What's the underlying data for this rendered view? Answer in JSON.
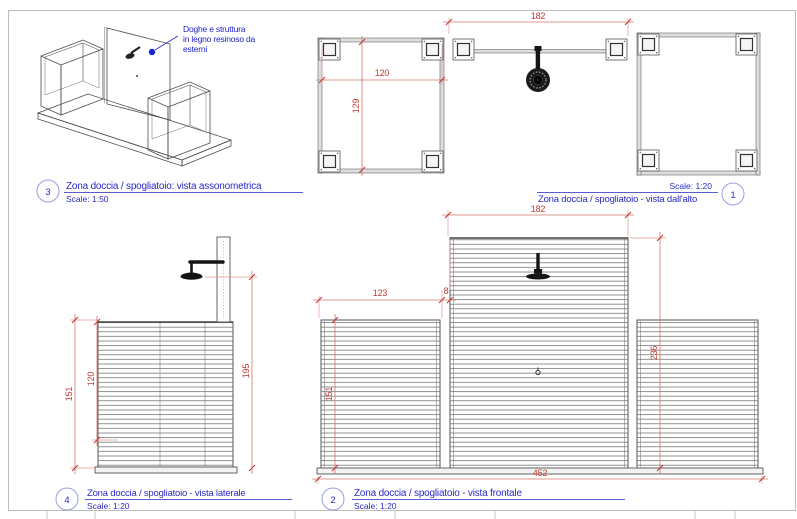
{
  "views": {
    "axo": {
      "number": "3",
      "title": "Zona doccia / spogliatoio: vista assonometrica",
      "scale": "Scale: 1:50",
      "annotation_line1": "Doghe e struttura",
      "annotation_line2": "in legno resinoso da",
      "annotation_line3": "esterni"
    },
    "top": {
      "number": "1",
      "title": "Zona doccia / spogliatoio - vista dall'alto",
      "scale": "Scale: 1:20",
      "dim_width": "182",
      "dim_inner_width": "120",
      "dim_inner_depth": "129"
    },
    "side": {
      "number": "4",
      "title": "Zona doccia / spogliatoio - vista laterale",
      "scale": "Scale: 1:20",
      "dim_wall_height": "151",
      "dim_slat_height": "120",
      "dim_shower_height": "195"
    },
    "front": {
      "number": "2",
      "title": "Zona doccia / spogliatoio - vista frontale",
      "scale": "Scale: 1:20",
      "dim_mid_width": "182",
      "dim_left_width": "123",
      "dim_gap": "8",
      "dim_left_height": "151",
      "dim_mid_height": "236",
      "dim_total_width": "452"
    }
  },
  "colors": {
    "dimension_red": "#c23b30",
    "title_blue": "#2a2ac8",
    "line_gray": "#4d4d4d"
  }
}
